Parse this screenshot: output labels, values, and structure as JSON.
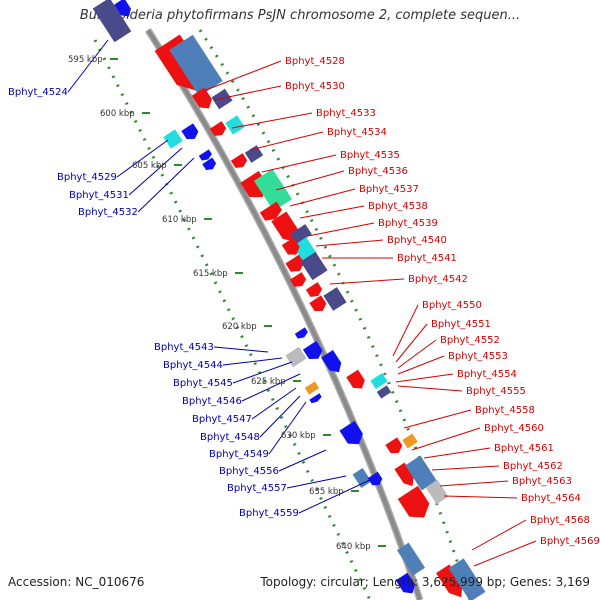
{
  "title": "Burkholderia phytofirmans PsJN chromosome 2, complete sequen...",
  "footer": {
    "accession": "Accession: NC_010676",
    "topology": "Topology: circular; Length: 3,625,999 bp; Genes: 3,169"
  },
  "ticks": [
    "595 kbp",
    "600 kbp",
    "605 kbp",
    "610 kbp",
    "615 kbp",
    "620 kbp",
    "625 kbp",
    "630 kbp",
    "635 kbp",
    "640 kbp"
  ],
  "forward_genes": [
    "Bphyt_4528",
    "Bphyt_4530",
    "Bphyt_4533",
    "Bphyt_4534",
    "Bphyt_4535",
    "Bphyt_4536",
    "Bphyt_4537",
    "Bphyt_4538",
    "Bphyt_4539",
    "Bphyt_4540",
    "Bphyt_4541",
    "Bphyt_4542",
    "Bphyt_4550",
    "Bphyt_4551",
    "Bphyt_4552",
    "Bphyt_4553",
    "Bphyt_4554",
    "Bphyt_4555",
    "Bphyt_4558",
    "Bphyt_4560",
    "Bphyt_4561",
    "Bphyt_4562",
    "Bphyt_4563",
    "Bphyt_4564",
    "Bphyt_4568",
    "Bphyt_4569"
  ],
  "reverse_genes": [
    "Bphyt_4524",
    "Bphyt_4529",
    "Bphyt_4531",
    "Bphyt_4532",
    "Bphyt_4543",
    "Bphyt_4544",
    "Bphyt_4545",
    "Bphyt_4546",
    "Bphyt_4547",
    "Bphyt_4548",
    "Bphyt_4549",
    "Bphyt_4556",
    "Bphyt_4557",
    "Bphyt_4559"
  ],
  "colors": {
    "forward_label": "#d40000",
    "reverse_label": "#0000aa",
    "backbone": "#8a8a8a",
    "tick_dots": "#2e8b2e",
    "gene_red": "#ee1111",
    "gene_blue": "#1111ee",
    "gene_steelblue": "#4f7fb8",
    "gene_cyan": "#22dddd",
    "gene_slate": "#4a4a8a",
    "gene_green": "#33dd99",
    "gene_gray": "#bbbbbb"
  }
}
